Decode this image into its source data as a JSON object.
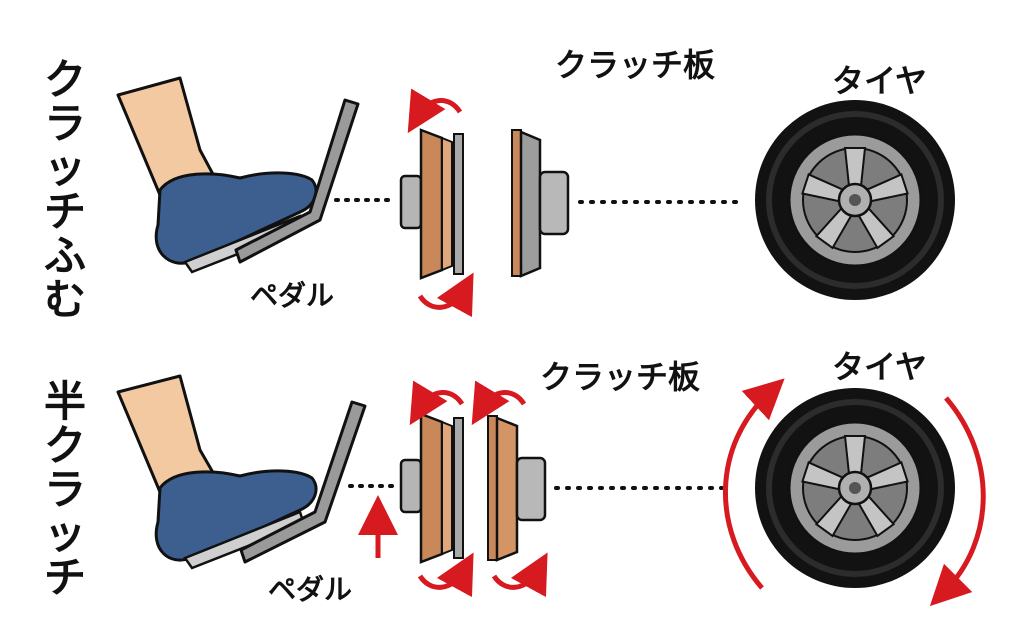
{
  "panels": [
    {
      "side_label": "クラッチふむ",
      "pedal_label": "ペダル",
      "plate_label": "クラッチ板",
      "tire_label": "タイヤ"
    },
    {
      "side_label": "半クラッチ",
      "pedal_label": "ペダル",
      "plate_label": "クラッチ板",
      "tire_label": "タイヤ"
    }
  ],
  "colors": {
    "skin": "#f2c9a0",
    "shoe": "#3c5f8f",
    "pedal": "#9a9a9a",
    "copper": "#c9885a",
    "steel": "#a9a9a9",
    "tire": "#121212",
    "rim": "#9b9b9b",
    "arrow_red": "#d71920"
  },
  "icons": [
    "foot-icon",
    "pedal-icon",
    "clutch-plate-icon",
    "tire-icon",
    "rotation-arrow-icon",
    "up-arrow-icon"
  ]
}
